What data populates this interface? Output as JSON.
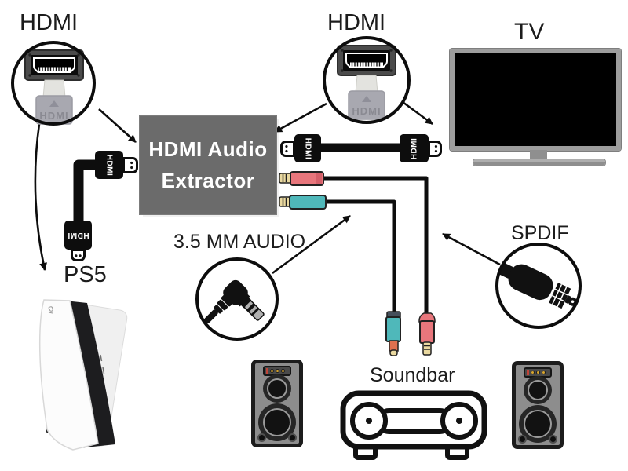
{
  "labels": {
    "hdmi_source": "HDMI",
    "hdmi_output": "HDMI",
    "tv": "TV",
    "ps5": "PS5",
    "audio_jack": "3.5 MM AUDIO",
    "spdif": "SPDIF",
    "soundbar": "Soundbar"
  },
  "extractor": {
    "line1": "HDMI Audio",
    "line2": "Extractor"
  },
  "connectors": {
    "hdmi_text": "HDMI"
  },
  "colors": {
    "audio_plug_pink": "#e8767c",
    "audio_plug_teal": "#4fb8ba",
    "audio_tip_orange": "#e0714f",
    "gold_tip": "#ead9a0",
    "extractor_box": "#6b6b6b",
    "extractor_text": "#ffffff",
    "tv_bezel": "#9d9d9d",
    "speaker_face": "#8d8d8d",
    "outline": "#0d0d0d"
  }
}
